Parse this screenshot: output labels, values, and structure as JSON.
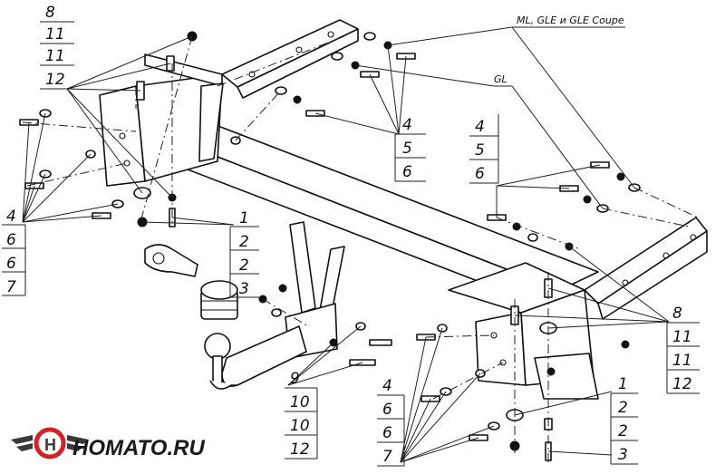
{
  "callouts": {
    "top_left": [
      "8",
      "11",
      "11",
      "12"
    ],
    "left": [
      "4",
      "6",
      "6",
      "7"
    ],
    "center_bolts": [
      "1",
      "2",
      "2",
      "3"
    ],
    "top_center": [
      "4",
      "5",
      "6"
    ],
    "right_upper": [
      "4",
      "5",
      "6"
    ],
    "right_mid": [
      "8",
      "11",
      "11",
      "12"
    ],
    "ball_mount": [
      "9",
      "10",
      "10",
      "12"
    ],
    "bottom_center": [
      "4",
      "6",
      "6",
      "7"
    ],
    "bottom_right": [
      "1",
      "2",
      "2",
      "3"
    ]
  },
  "notes": {
    "ml_gle": "ML, GLE и GLE Coupe",
    "gl": "GL"
  },
  "logo": {
    "text": "HOMATO.RU",
    "colors": {
      "ring": "#d2232a",
      "wing": "#3a3a3a"
    }
  }
}
